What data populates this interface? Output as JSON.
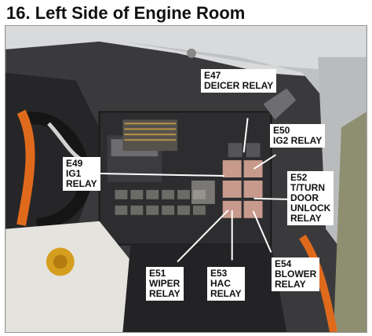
{
  "title": "16. Left Side of Engine Room",
  "callouts": [
    {
      "code": "E47",
      "lines": [
        "E47",
        "DEICER RELAY"
      ]
    },
    {
      "code": "E50",
      "lines": [
        "E50",
        "IG2 RELAY"
      ]
    },
    {
      "code": "E49",
      "lines": [
        "E49",
        "IG1",
        "RELAY"
      ]
    },
    {
      "code": "E52",
      "lines": [
        "E52",
        "T/TURN",
        "DOOR",
        "UNLOCK",
        "RELAY"
      ]
    },
    {
      "code": "E51",
      "lines": [
        "E51",
        "WIPER",
        "RELAY"
      ]
    },
    {
      "code": "E53",
      "lines": [
        "E53",
        "HAC",
        "RELAY"
      ]
    },
    {
      "code": "E54",
      "lines": [
        "E54",
        "BLOWER",
        "RELAY"
      ]
    }
  ]
}
